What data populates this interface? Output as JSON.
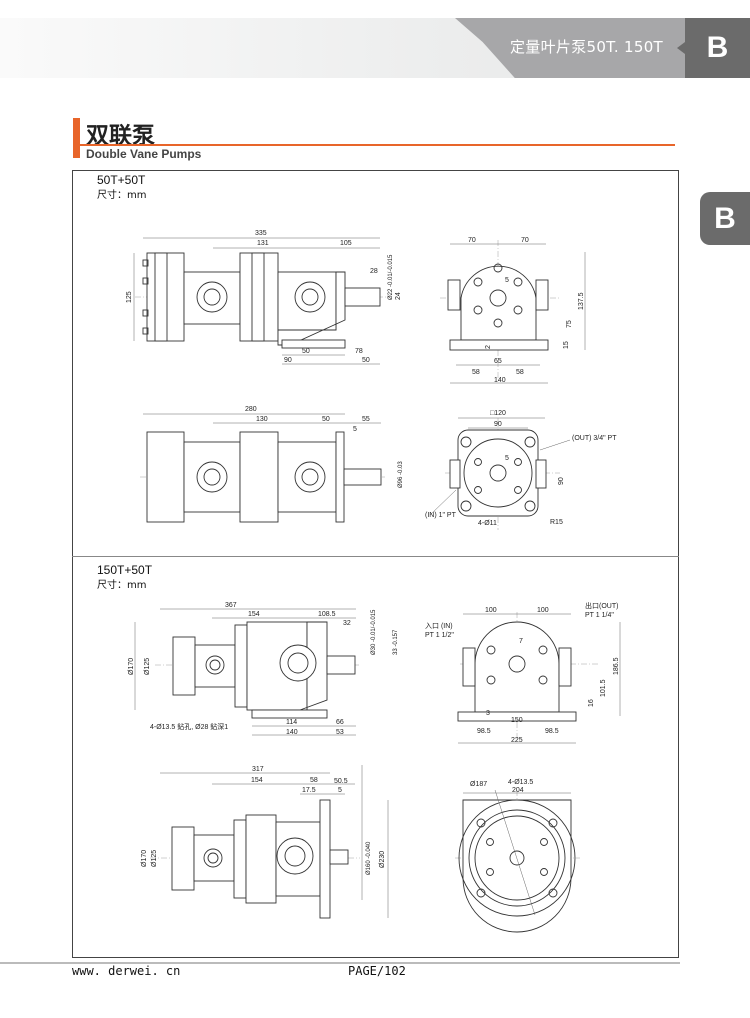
{
  "header": {
    "title": "定量叶片泵50T. 150T",
    "tab_letter": "B"
  },
  "side_tab": {
    "letter": "B"
  },
  "section": {
    "title_cn": "双联泵",
    "title_en": "Double Vane Pumps"
  },
  "parts": [
    {
      "model": "50T+50T",
      "unit": "尺寸：mm"
    },
    {
      "model": "150T+50T",
      "unit": "尺寸：mm"
    }
  ],
  "dims": {
    "v1": [
      "335",
      "131",
      "105",
      "28",
      "Ø22 -0.01/-0.015",
      "24",
      "125",
      "50",
      "78",
      "90",
      "50"
    ],
    "v2": [
      "70",
      "70",
      "137.5",
      "75",
      "15",
      "2",
      "65",
      "58",
      "58",
      "140",
      "5"
    ],
    "v3": [
      "280",
      "130",
      "50",
      "55",
      "5",
      "Ø96 -0.03"
    ],
    "v4": [
      "□120",
      "90",
      "(OUT) 3/4\" PT",
      "90",
      "5",
      "(IN) 1\" PT",
      "4-Ø11",
      "R15"
    ],
    "v5": [
      "367",
      "154",
      "108.5",
      "32",
      "Ø30 -0.01/-0.015",
      "33 -0.157",
      "Ø170",
      "Ø125",
      "4-Ø13.5  鉆孔, Ø28 鉆深1",
      "114",
      "66",
      "140",
      "53"
    ],
    "v6": [
      "100",
      "100",
      "入口 (IN)",
      "PT 1 1/2\"",
      "出口(OUT)",
      "PT 1 1/4\"",
      "7",
      "186.5",
      "101.5",
      "16",
      "3",
      "150",
      "98.5",
      "98.5",
      "225"
    ],
    "v7": [
      "317",
      "154",
      "58",
      "50.5",
      "17.5",
      "5",
      "Ø170",
      "Ø125",
      "Ø160 -0.040",
      "Ø230"
    ],
    "v8": [
      "Ø187",
      "4-Ø13.5",
      "204"
    ]
  },
  "footer": {
    "website": "www. derwei. cn",
    "page": "PAGE/102"
  }
}
